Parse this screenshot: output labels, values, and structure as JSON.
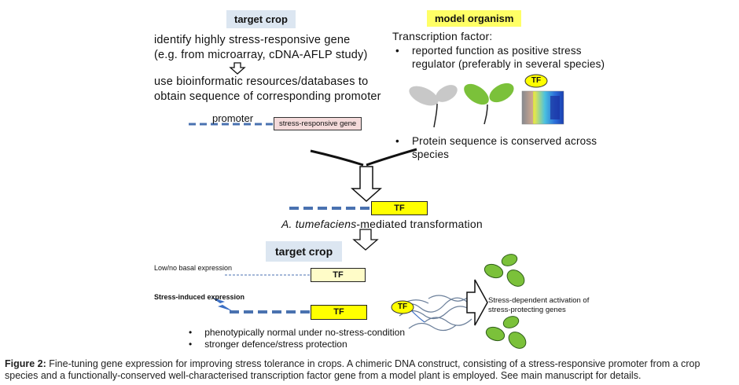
{
  "header_target_crop": "target crop",
  "header_model_organism": "model organism",
  "left_steps": {
    "step1_line1": "identify highly stress-responsive gene",
    "step1_line2": "(e.g. from microarray, cDNA-AFLP study)",
    "step2_line1": "use bioinformatic resources/databases to",
    "step2_line2": "obtain sequence of corresponding promoter"
  },
  "promoter_label": "promoter",
  "gene_box_label": "stress-responsive gene",
  "right_info": {
    "title": "Transcription factor:",
    "bullet1_line1": "reported function as positive stress",
    "bullet1_line2": "regulator (preferably in several species)",
    "bullet2_line1": "Protein sequence is conserved across",
    "bullet2_line2": "species",
    "tf_badge": "TF"
  },
  "construct_tf": "TF",
  "transformation_italic": "A. tumefaciens",
  "transformation_rest": "-mediated transformation",
  "target_crop_bottom": "target crop",
  "low_basal": "Low/no basal expression",
  "low_basal_tf": "TF",
  "stress_induced": "Stress-induced expression",
  "stress_induced_tf": "TF",
  "bottom_bullets": [
    "phenotypically normal under no-stress-condition",
    "stronger defence/stress protection"
  ],
  "dna_tf_badge": "TF",
  "activation_line1": "Stress-dependent activation of",
  "activation_line2": "stress-protecting genes",
  "caption": {
    "label": "Figure 2:",
    "text": " Fine-tuning gene expression for improving stress tolerance in crops. A chimeric DNA construct, consisting of a stress-responsive promoter from a crop species and a functionally-conserved well-characterised transcription factor gene from a model plant is employed. See main manuscript for details."
  },
  "colors": {
    "dash_blue": "#4a72b0",
    "tf_yellow": "#ffff00",
    "leaf_green": "#7bc13a",
    "leaf_grey": "#c8c8c8",
    "crop_header_bg": "#dce6f1",
    "model_header_bg": "#ffff66"
  }
}
